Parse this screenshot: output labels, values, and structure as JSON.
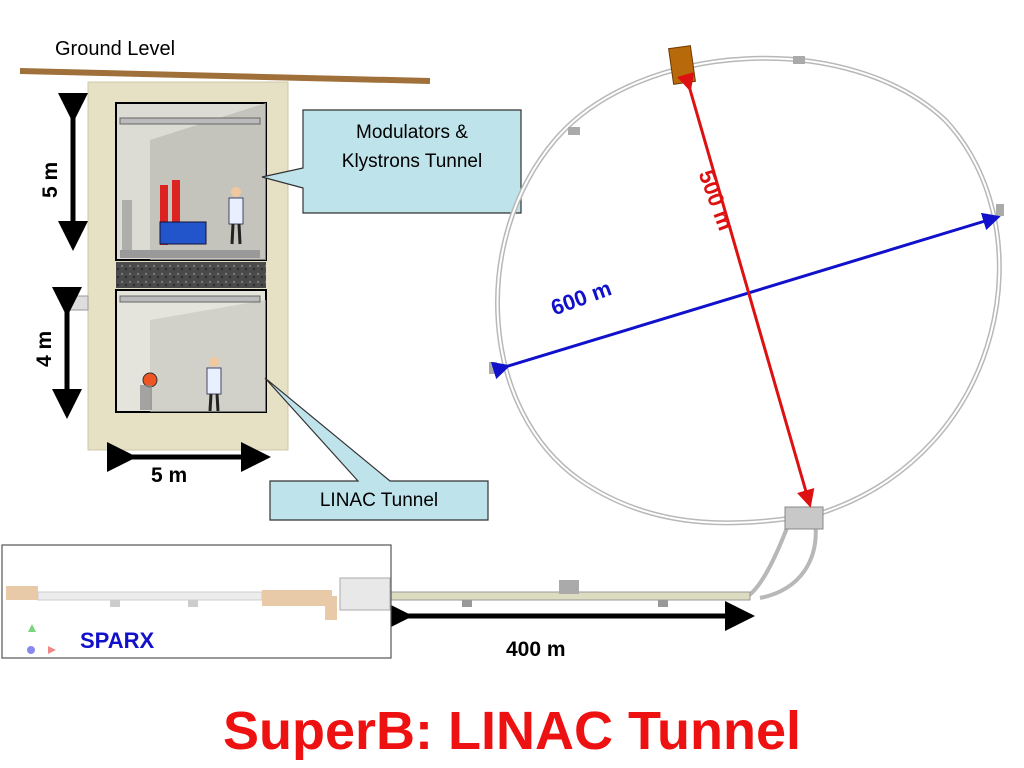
{
  "labels": {
    "ground_level": "Ground Level",
    "modulators_tunnel": "Modulators &\nKlystrons Tunnel",
    "linac_tunnel": "LINAC Tunnel",
    "upper_height": "5 m",
    "lower_height": "4 m",
    "width": "5 m",
    "ring_diameter_long": "600 m",
    "ring_diameter_short": "500 m",
    "linac_length": "400 m",
    "sparx": "SPARX",
    "title": "SuperB: LINAC Tunnel"
  },
  "colors": {
    "title": "#ee1111",
    "blue_dimension": "#1111cc",
    "red_dimension": "#dd1111",
    "callout_fill": "#bfe3ea",
    "ground_line": "#a0703a",
    "concrete": "#e6e0c4",
    "ring": "#b8b8b8"
  }
}
